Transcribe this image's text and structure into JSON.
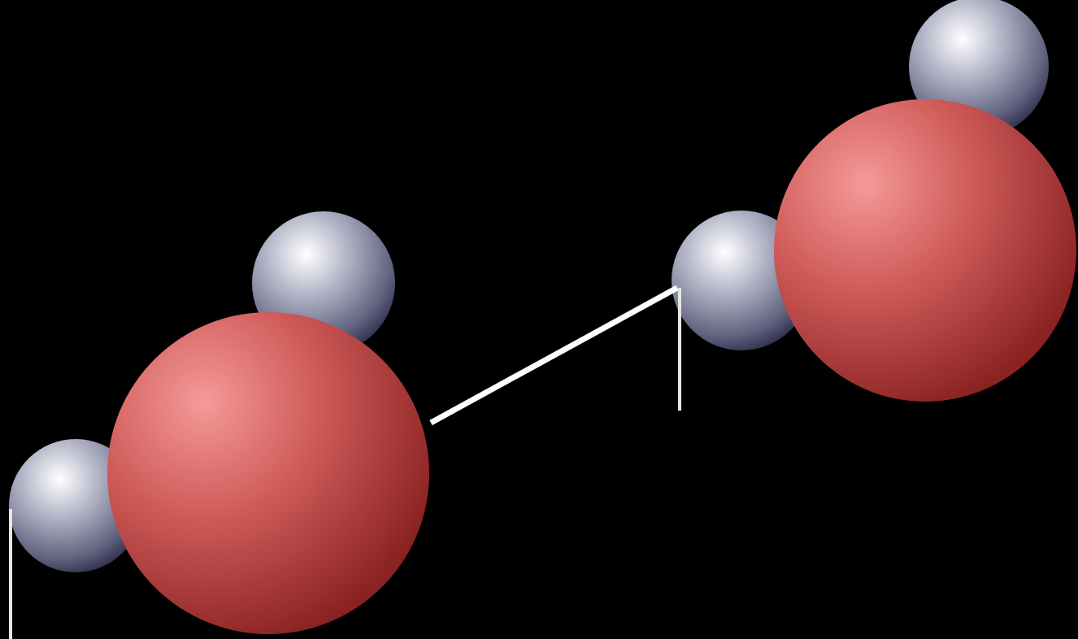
{
  "diagram": {
    "background_color": "#000000",
    "oxygen_color": "#c8504e",
    "oxygen_highlight_color": "#f59a98",
    "oxygen_shadow_color": "#8a2222",
    "hydrogen_color": "#9a9cb4",
    "hydrogen_highlight_color": "#ffffff",
    "hydrogen_shadow_color": "#2c2d4a",
    "bond_color": "#ffffff",
    "molecules": [
      {
        "oxygen": "oxygen-atom",
        "hydrogens": [
          "hydrogen-atom",
          "hydrogen-atom"
        ]
      },
      {
        "oxygen": "oxygen-atom",
        "hydrogens": [
          "hydrogen-atom",
          "hydrogen-atom"
        ]
      }
    ],
    "connections": [
      "hydrogen-bond-line"
    ]
  }
}
